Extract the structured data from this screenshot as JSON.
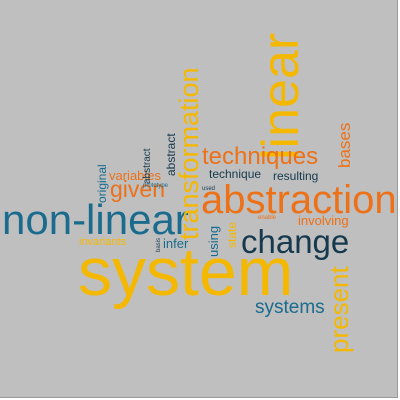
{
  "colors": {
    "background": "#bfbfbf",
    "yellow": "#f5b800",
    "orange": "#ec7118",
    "blue": "#1a6b8e",
    "navy": "#16394d"
  },
  "words": {
    "system": "system",
    "non_linear": "non-linear",
    "abstraction": "abstraction",
    "change": "change",
    "linear": "linear",
    "transformation": "transformation",
    "techniques": "techniques",
    "present": "present",
    "systems": "systems",
    "given": "given",
    "bases": "bases",
    "variables": "variables",
    "involving": "involving",
    "invariants": "invariants",
    "infer": "infer",
    "technique": "technique",
    "resulting": "resulting",
    "original": "original",
    "abstract_1": "abstract",
    "abstract_2": "abstract",
    "using": "using",
    "state": "state",
    "prototype": "prototype",
    "used": "used",
    "enable": "enable",
    "basis": "basis"
  }
}
